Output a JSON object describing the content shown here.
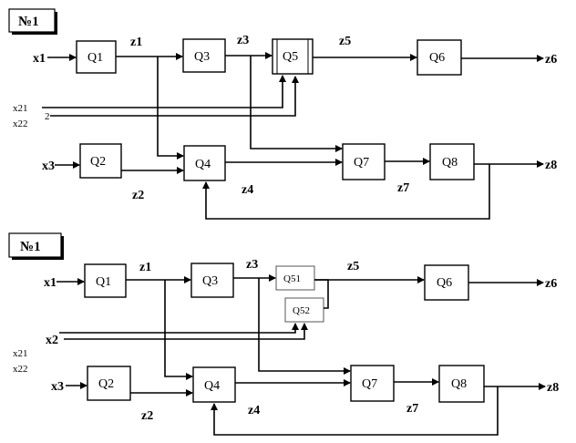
{
  "diagram1": {
    "title": "№1",
    "blocks": {
      "q1": "Q1",
      "q2": "Q2",
      "q3": "Q3",
      "q4": "Q4",
      "q5": "Q5",
      "q6": "Q6",
      "q7": "Q7",
      "q8": "Q8"
    },
    "inputs": {
      "x1": "x1",
      "x3": "x3",
      "x21": "x21",
      "x22": "x22",
      "x2": "2"
    },
    "signals": {
      "z1": "z1",
      "z2": "z2",
      "z3": "z3",
      "z4": "z4",
      "z5": "z5",
      "z7": "z7"
    },
    "outputs": {
      "z6": "z6",
      "z8": "z8"
    }
  },
  "diagram2": {
    "title": "№1",
    "blocks": {
      "q1": "Q1",
      "q2": "Q2",
      "q3": "Q3",
      "q4": "Q4",
      "q51": "Q51",
      "q52": "Q52",
      "q6": "Q6",
      "q7": "Q7",
      "q8": "Q8"
    },
    "inputs": {
      "x1": "x1",
      "x3": "x3",
      "x2": "x2",
      "x21": "x21",
      "x22": "x22"
    },
    "signals": {
      "z1": "z1",
      "z2": "z2",
      "z3": "z3",
      "z4": "z4",
      "z5": "z5",
      "z7": "z7"
    },
    "outputs": {
      "z6": "z6",
      "z8": "z8"
    }
  }
}
